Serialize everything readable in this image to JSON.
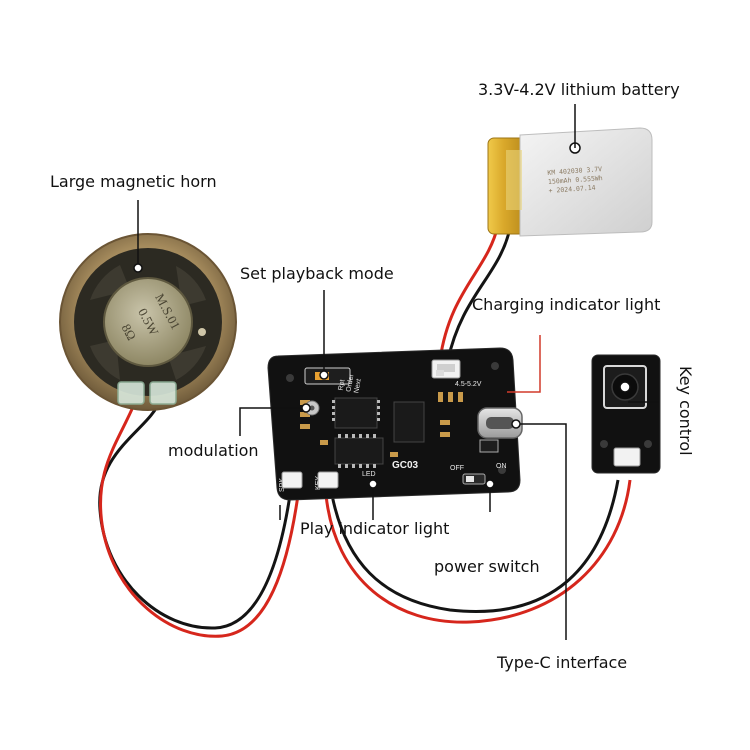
{
  "labels": {
    "battery": "3.3V-4.2V lithium battery",
    "horn": "Large magnetic horn",
    "playback_mode": "Set playback mode",
    "charging_light": "Charging indicator light",
    "key_control": "Key control",
    "modulation": "modulation",
    "play_light": "Play indicator light",
    "power_switch": "power switch",
    "typec": "Type-C interface"
  },
  "battery_print": [
    "KM 402030 3.7V",
    "150mAh 0.555Wh",
    "+ 2024.07.14"
  ],
  "speaker_cone": [
    "M.S.01",
    "0.5W",
    "8Ω"
  ],
  "board": {
    "name": "GC03",
    "voltage": "4.5-5.2V",
    "mode_labels": [
      "Rpt",
      "Order",
      "Next"
    ],
    "spk": "SPK",
    "key": "KEY",
    "led": "LED",
    "off": "OFF",
    "on": "ON"
  },
  "colors": {
    "pcb": "#111111",
    "wire_red": "#d6261c",
    "wire_black": "#141414",
    "battery_wrap": "#e0b33a",
    "speaker_rim": "#a88f63",
    "leader_red": "#d23a2a"
  }
}
